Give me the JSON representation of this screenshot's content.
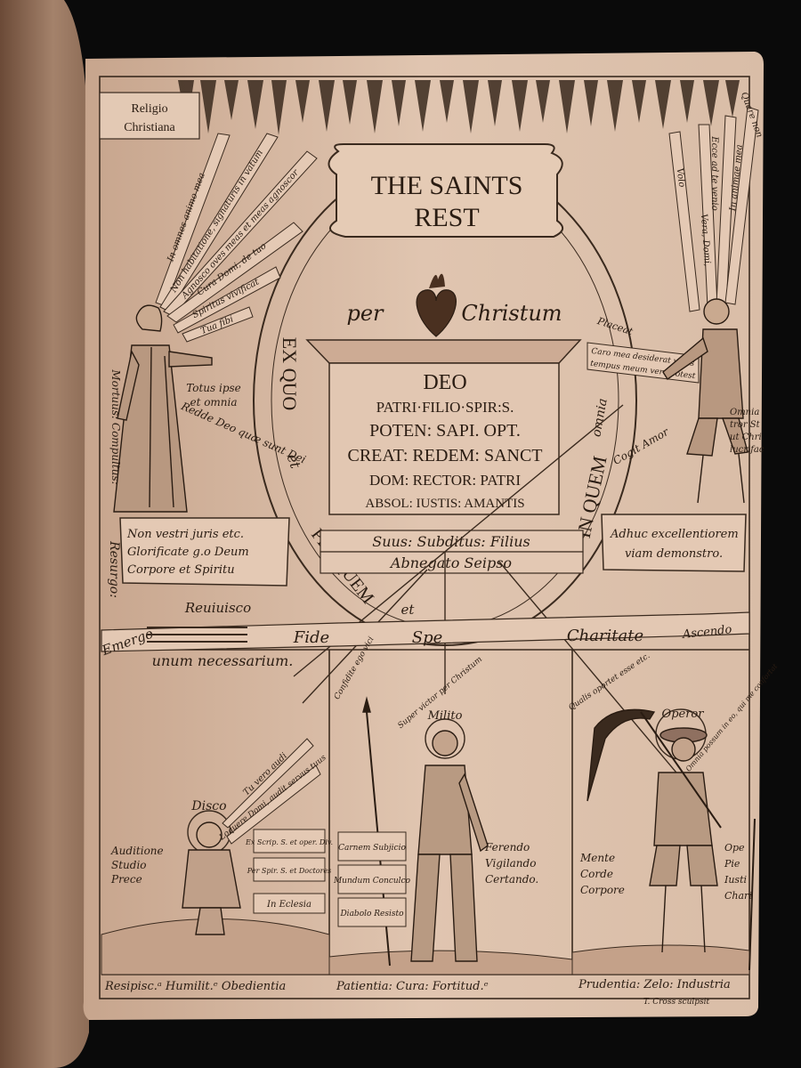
{
  "engraving": {
    "corner_title": [
      "Religio",
      "Christiana"
    ],
    "cartouche": [
      "THE SAINTS",
      "REST"
    ],
    "per": "per",
    "christum": "Christum",
    "altar": [
      "DEO",
      "PATRI·FILIO·SPIR:S.",
      "POTEN: SAPI. OPT.",
      "CREAT: REDEM: SANCT",
      "DOM: RECTOR: PATRI",
      "ABSOL: IUSTIS: AMANTIS"
    ],
    "ex_quo": "EX QUO",
    "et": "et",
    "in_quem": "IN QUEM",
    "omnia": "omnia",
    "per_quem": "PER QUEM",
    "suus": "Suus: Subditus: Filius",
    "abnegato": "Abnegato  Seipso",
    "fide": "Fide",
    "spe": "Spe",
    "charitate": "Charitate",
    "ascendo": "Ascendo",
    "emergo": "Emergo",
    "reuiuisco": "Reuiuisco",
    "resurgo": "Resurgo:",
    "unum": "unum necessarium.",
    "mortuus": "Mortuus: Compultus:",
    "totus": [
      "Totus ipse",
      "et omnia"
    ],
    "redde": "Redde Deo quæ sunt Dei",
    "cogit": "Cogit Amor",
    "omnia_right": [
      "Omnia",
      "tror St",
      "ut Chri",
      "lucrifac"
    ],
    "left_box": [
      "Non vestri juris etc.",
      "Glorificate g.o Deum",
      "Corpore et Spiritu"
    ],
    "right_box": [
      "Adhuc excellentiorem",
      "viam demonstro."
    ],
    "disco": "Disco",
    "milito": "Milito",
    "operor": "Operor",
    "audition": [
      "Auditione",
      "Studio",
      "Prece"
    ],
    "plaques_left": [
      "Ex Scrip. S. et oper. Div.",
      "Per Spir. S. et Doctores",
      "In Eclesia"
    ],
    "plaques_mid": [
      "Carnem Subjicio",
      "Mundum Conculco",
      "Diabolo Resisto"
    ],
    "ferendo": [
      "Ferendo",
      "Vigilando",
      "Certando."
    ],
    "mente": [
      "Mente",
      "Corde",
      "Corpore"
    ],
    "ope": [
      "Ope",
      "Pie",
      "Iusti",
      "Chari"
    ],
    "bottom": [
      "Resipisc.ᵃ Humilit.ᵉ Obedientia",
      "Patientia: Cura: Fortitud.ᵉ",
      "Prudentia: Zelo: Industria"
    ],
    "signature": "T. Cross sculpsit",
    "ribbons_left": [
      "In omnes animo mea",
      "Non habitatione, signaturis in vatum",
      "Agnosco oves meas et meas agnoscor",
      "Cura Domi, de tuo",
      "Spiritus vivificat",
      "Tua fibi"
    ],
    "ribbons_right": [
      "Volo",
      "Vera, Domi,",
      "Ecce ad te venio",
      "In animae mea",
      "Placeat",
      "Quare non"
    ],
    "scroll_right": [
      "Caro mea desiderat vobis",
      "tempus meum vere potest"
    ],
    "scroll_disco": [
      "Loquere Domi, audit servus tuus",
      "Tu vero audi"
    ],
    "scroll_milito": [
      "Super victor per Christum",
      "Confidite ego vici"
    ],
    "scroll_operor": [
      "Qualis oportet esse etc.",
      "Omnia possum in eo, qui me confortat"
    ]
  }
}
